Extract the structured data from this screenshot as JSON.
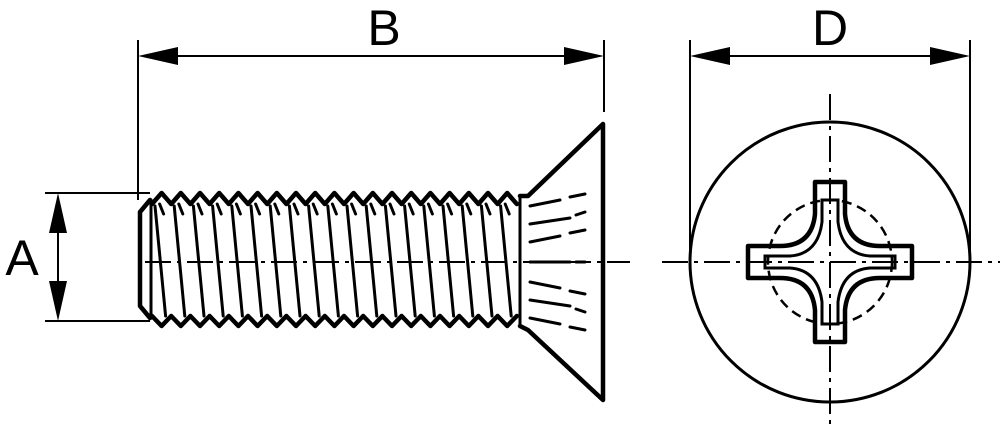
{
  "labels": {
    "a": "A",
    "b": "B",
    "d": "D"
  },
  "colors": {
    "line": "#000000",
    "background": "#ffffff"
  }
}
